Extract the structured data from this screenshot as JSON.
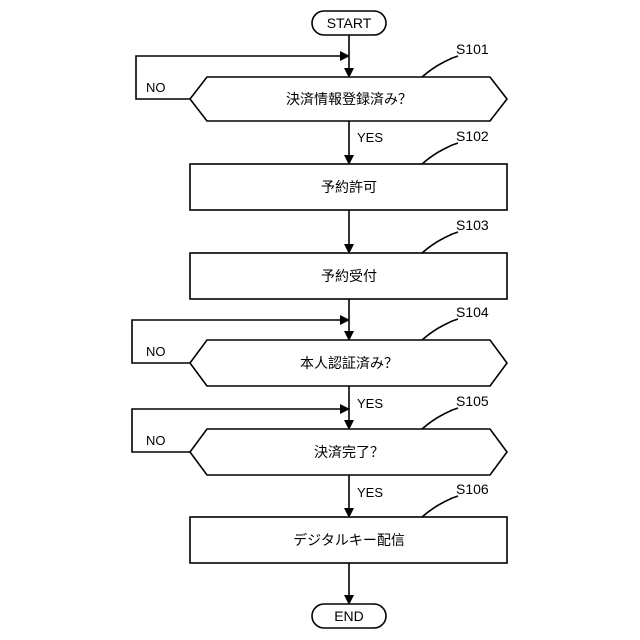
{
  "colors": {
    "stroke": "#000000",
    "background": "#ffffff"
  },
  "start": {
    "label": "START"
  },
  "end": {
    "label": "END"
  },
  "steps": [
    {
      "id": "S101",
      "label": "決済情報登録済み？",
      "kind": "decision",
      "no_label": "NO",
      "yes_label": "YES"
    },
    {
      "id": "S102",
      "label": "予約許可",
      "kind": "process"
    },
    {
      "id": "S103",
      "label": "予約受付",
      "kind": "process"
    },
    {
      "id": "S104",
      "label": "本人認証済み？",
      "kind": "decision",
      "no_label": "NO",
      "yes_label": "YES"
    },
    {
      "id": "S105",
      "label": "決済完了？",
      "kind": "decision",
      "no_label": "NO",
      "yes_label": "YES"
    },
    {
      "id": "S106",
      "label": "デジタルキー配信",
      "kind": "process"
    }
  ]
}
